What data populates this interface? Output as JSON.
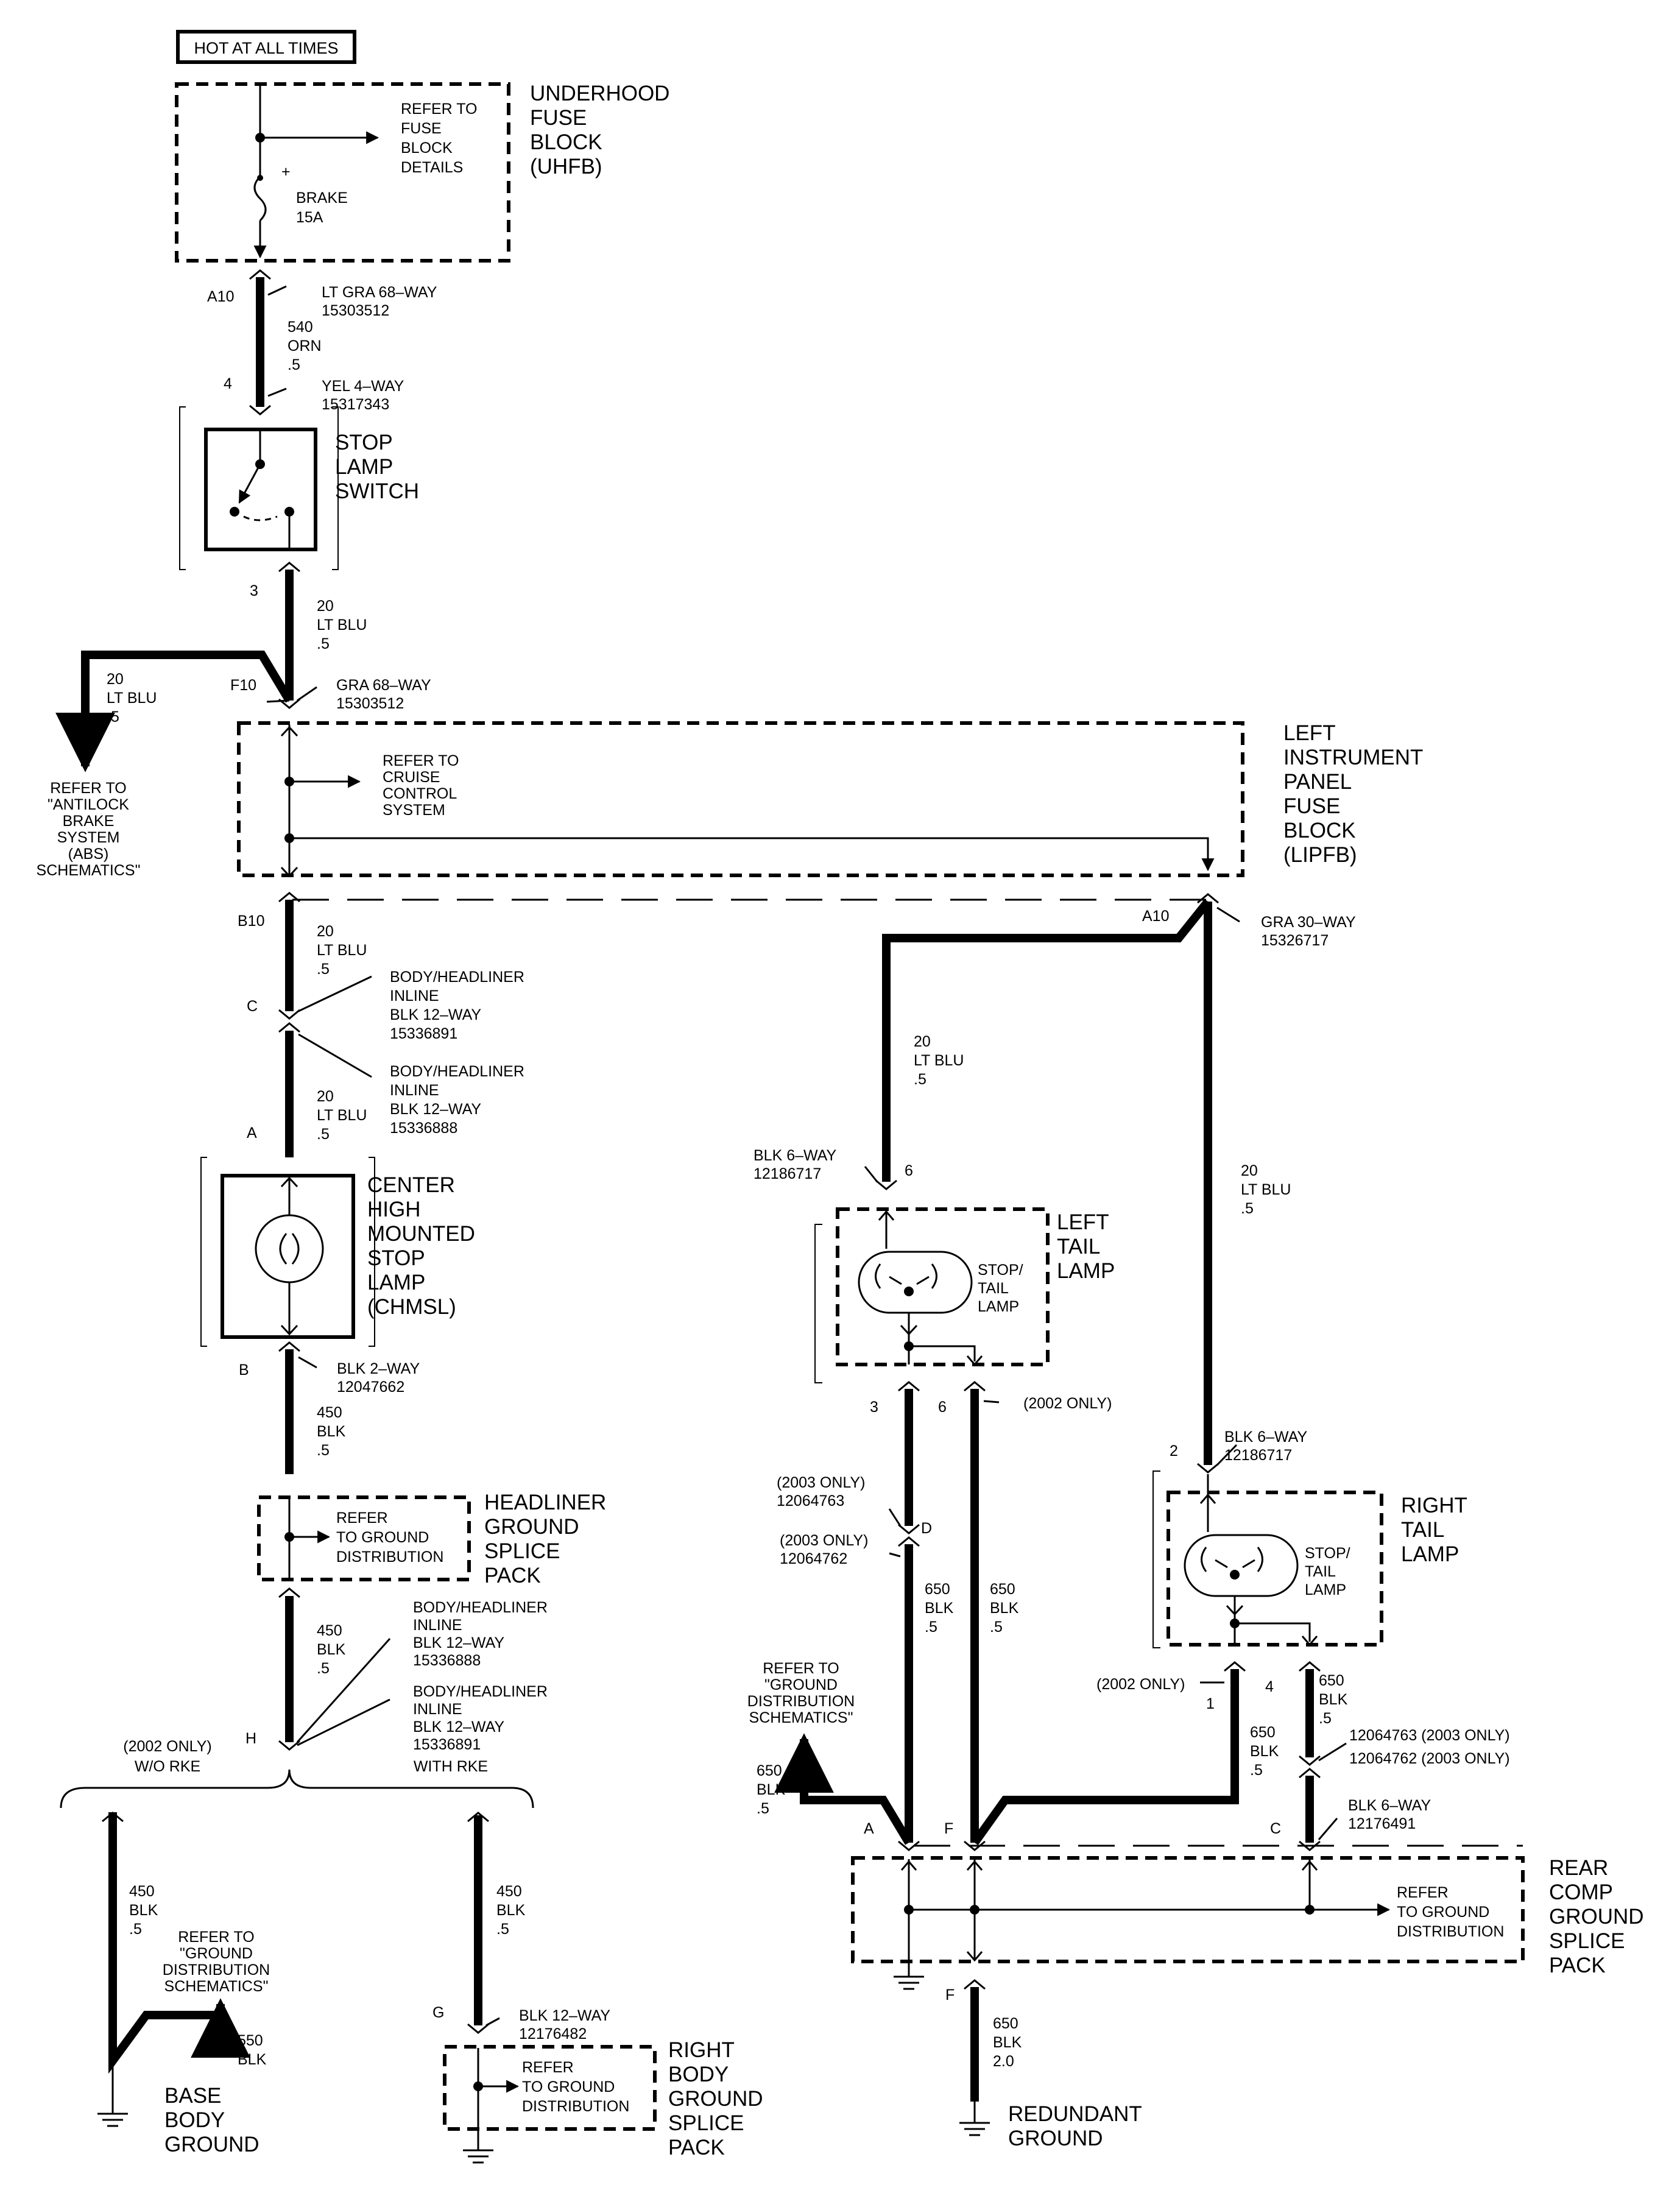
{
  "header_label": "HOT AT ALL TIMES",
  "components": {
    "uhfb": {
      "lines": [
        "UNDERHOOD",
        "FUSE",
        "BLOCK",
        "(UHFB)"
      ]
    },
    "uhfb_refer": {
      "lines": [
        "REFER TO",
        "FUSE",
        "BLOCK",
        "DETAILS"
      ]
    },
    "fuse": {
      "lines": [
        "BRAKE",
        "15A"
      ],
      "plus": "+"
    },
    "stop_switch": {
      "lines": [
        "STOP",
        "LAMP",
        "SWITCH"
      ]
    },
    "lipfb": {
      "lines": [
        "LEFT",
        "INSTRUMENT",
        "PANEL",
        "FUSE",
        "BLOCK",
        "(LIPFB)"
      ]
    },
    "cruise_refer": {
      "lines": [
        "REFER TO",
        "CRUISE",
        "CONTROL",
        "SYSTEM"
      ]
    },
    "abs_refer": {
      "lines": [
        "REFER TO",
        "\"ANTILOCK",
        "BRAKE",
        "SYSTEM",
        "(ABS)",
        "SCHEMATICS\""
      ]
    },
    "chmsl": {
      "lines": [
        "CENTER",
        "HIGH",
        "MOUNTED",
        "STOP",
        "LAMP",
        "(CHMSL)"
      ]
    },
    "headliner_splice": {
      "lines": [
        "HEADLINER",
        "GROUND",
        "SPLICE",
        "PACK"
      ]
    },
    "headliner_refer": {
      "lines": [
        "REFER",
        "TO GROUND",
        "DISTRIBUTION"
      ]
    },
    "left_tail": {
      "lines": [
        "LEFT",
        "TAIL",
        "LAMP"
      ]
    },
    "left_tail_bulb": {
      "lines": [
        "STOP/",
        "TAIL",
        "LAMP"
      ]
    },
    "right_tail": {
      "lines": [
        "RIGHT",
        "TAIL",
        "LAMP"
      ]
    },
    "right_tail_bulb": {
      "lines": [
        "STOP/",
        "TAIL",
        "LAMP"
      ]
    },
    "rear_splice": {
      "lines": [
        "REAR",
        "COMP",
        "GROUND",
        "SPLICE",
        "PACK"
      ]
    },
    "rear_refer": {
      "lines": [
        "REFER",
        "TO GROUND",
        "DISTRIBUTION"
      ]
    },
    "ground_refer_rear": {
      "lines": [
        "REFER TO",
        "\"GROUND",
        "DISTRIBUTION",
        "SCHEMATICS\""
      ]
    },
    "ground_refer_base": {
      "lines": [
        "REFER TO",
        "\"GROUND",
        "DISTRIBUTION",
        "SCHEMATICS\""
      ]
    },
    "right_body_splice": {
      "lines": [
        "RIGHT",
        "BODY",
        "GROUND",
        "SPLICE",
        "PACK"
      ]
    },
    "right_body_refer": {
      "lines": [
        "REFER",
        "TO GROUND",
        "DISTRIBUTION"
      ]
    },
    "base_ground": {
      "lines": [
        "BASE",
        "BODY",
        "GROUND"
      ]
    },
    "redundant_ground": {
      "lines": [
        "REDUNDANT",
        "GROUND"
      ]
    }
  },
  "connectors": {
    "c_uhfb": {
      "lines": [
        "LT GRA 68–WAY",
        "15303512"
      ]
    },
    "c_switch_in": {
      "lines": [
        "YEL 4–WAY",
        "15317343"
      ]
    },
    "c_lipfb_in": {
      "lines": [
        "GRA 68–WAY",
        "15303512"
      ]
    },
    "c_lipfb_out": {
      "lines": [
        "GRA 30–WAY",
        "15326717"
      ]
    },
    "c_inline_1": {
      "lines": [
        "BODY/HEADLINER",
        "INLINE",
        "BLK 12–WAY",
        "15336891"
      ]
    },
    "c_inline_2": {
      "lines": [
        "BODY/HEADLINER",
        "INLINE",
        "BLK 12–WAY",
        "15336888"
      ]
    },
    "c_chmsl_out": {
      "lines": [
        "BLK 2–WAY",
        "12047662"
      ]
    },
    "c_inline_3": {
      "lines": [
        "BODY/HEADLINER",
        "INLINE",
        "BLK 12–WAY",
        "15336888"
      ]
    },
    "c_inline_4": {
      "lines": [
        "BODY/HEADLINER",
        "INLINE",
        "BLK 12–WAY",
        "15336891"
      ]
    },
    "c_left_tail": {
      "lines": [
        "BLK 6–WAY",
        "12186717"
      ]
    },
    "c_right_tail": {
      "lines": [
        "BLK 6–WAY",
        "12186717"
      ]
    },
    "c_2003_a": {
      "lines": [
        "(2003 ONLY)",
        "12064763"
      ]
    },
    "c_2003_b": {
      "lines": [
        "(2003 ONLY)",
        "12064762"
      ]
    },
    "c_2003_c": {
      "lines": [
        "12064763 (2003 ONLY)",
        "12064762 (2003 ONLY)"
      ]
    },
    "c_rear_c": {
      "lines": [
        "BLK 6–WAY",
        "12176491"
      ]
    },
    "c_right_body": {
      "lines": [
        "BLK 12–WAY",
        "12176482"
      ]
    }
  },
  "wires": {
    "w_540": {
      "lines": [
        "540",
        "ORN",
        ".5"
      ]
    },
    "w_sw_out": {
      "lines": [
        "20",
        "LT BLU",
        ".5"
      ]
    },
    "w_abs": {
      "lines": [
        "20",
        "LT BLU",
        ".5"
      ]
    },
    "w_b10": {
      "lines": [
        "20",
        "LT BLU",
        ".5"
      ]
    },
    "w_chmsl_in": {
      "lines": [
        "20",
        "LT BLU",
        ".5"
      ]
    },
    "w_left_tail": {
      "lines": [
        "20",
        "LT BLU",
        ".5"
      ]
    },
    "w_right_tail": {
      "lines": [
        "20",
        "LT BLU",
        ".5"
      ]
    },
    "w_450_a": {
      "lines": [
        "450",
        "BLK",
        ".5"
      ]
    },
    "w_450_b": {
      "lines": [
        "450",
        "BLK",
        ".5"
      ]
    },
    "w_450_c": {
      "lines": [
        "450",
        "BLK",
        ".5"
      ]
    },
    "w_450_d": {
      "lines": [
        "450",
        "BLK",
        ".5"
      ]
    },
    "w_550": {
      "lines": [
        "550",
        "BLK"
      ]
    },
    "w_650_a": {
      "lines": [
        "650",
        "BLK",
        ".5"
      ]
    },
    "w_650_b": {
      "lines": [
        "650",
        "BLK",
        ".5"
      ]
    },
    "w_650_c": {
      "lines": [
        "650",
        "BLK",
        ".5"
      ]
    },
    "w_650_d": {
      "lines": [
        "650",
        "BLK",
        ".5"
      ]
    },
    "w_650_e": {
      "lines": [
        "650",
        "BLK",
        ".5"
      ]
    },
    "w_650_f": {
      "lines": [
        "650",
        "BLK",
        "2.0"
      ]
    }
  },
  "pins": {
    "p_a10_top": "A10",
    "p_4": "4",
    "p_3": "3",
    "p_f10": "F10",
    "p_b10": "B10",
    "p_c": "C",
    "p_a": "A",
    "p_b": "B",
    "p_h": "H",
    "p_g": "G",
    "p_a10_r": "A10",
    "p_6_lt": "6",
    "p_3_lt": "3",
    "p_6_lt2": "6",
    "p_d": "D",
    "p_2": "2",
    "p_1": "1",
    "p_4_rt": "4",
    "p_a_rear": "A",
    "p_f_rear": "F",
    "p_c_rear": "C",
    "p_f_bottom": "F"
  },
  "notes": {
    "n_2002_only_lt": "(2002 ONLY)",
    "n_2002_only_rt": "(2002 ONLY)",
    "n_2002_wo": [
      "(2002 ONLY)",
      "W/O RKE"
    ],
    "n_with_rke": "WITH RKE"
  }
}
